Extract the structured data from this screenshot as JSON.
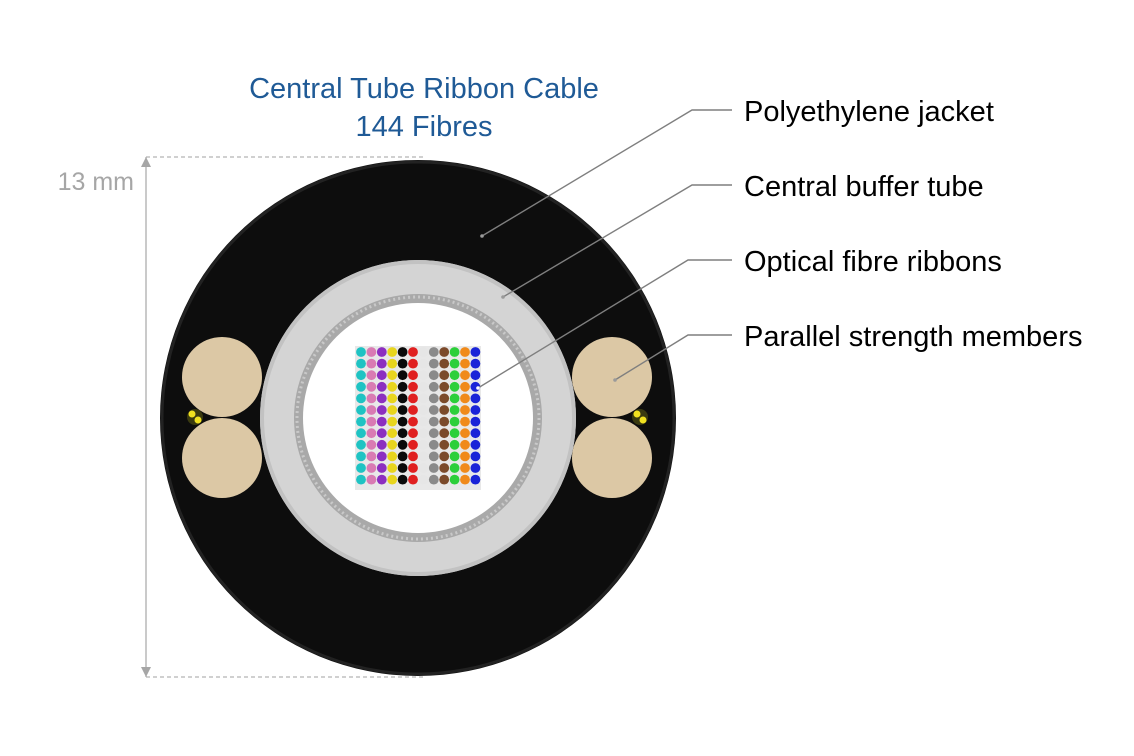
{
  "title": {
    "line1": "Central Tube Ribbon Cable",
    "line2": "144 Fibres"
  },
  "dimension": {
    "label": "13 mm"
  },
  "labels": {
    "jacket": "Polyethylene jacket",
    "buffer_tube": "Central buffer tube",
    "ribbons": "Optical fibre ribbons",
    "strength_members": "Parallel strength members"
  },
  "fibre_colors": [
    "#1fc3c3",
    "#d97bb3",
    "#8c2fc0",
    "#e8d51e",
    "#0a0a0a",
    "#e02020",
    "#e6e6e6",
    "#8a8a8a",
    "#7b4a2a",
    "#2ccf3a",
    "#f08a1a",
    "#1a24d8"
  ],
  "ribbon_count": 12,
  "colors": {
    "jacket": "#0d0d0d",
    "buffer_tube": "#d4d4d4",
    "strength_member": "#dcc8a5",
    "title": "#1f5a96"
  }
}
